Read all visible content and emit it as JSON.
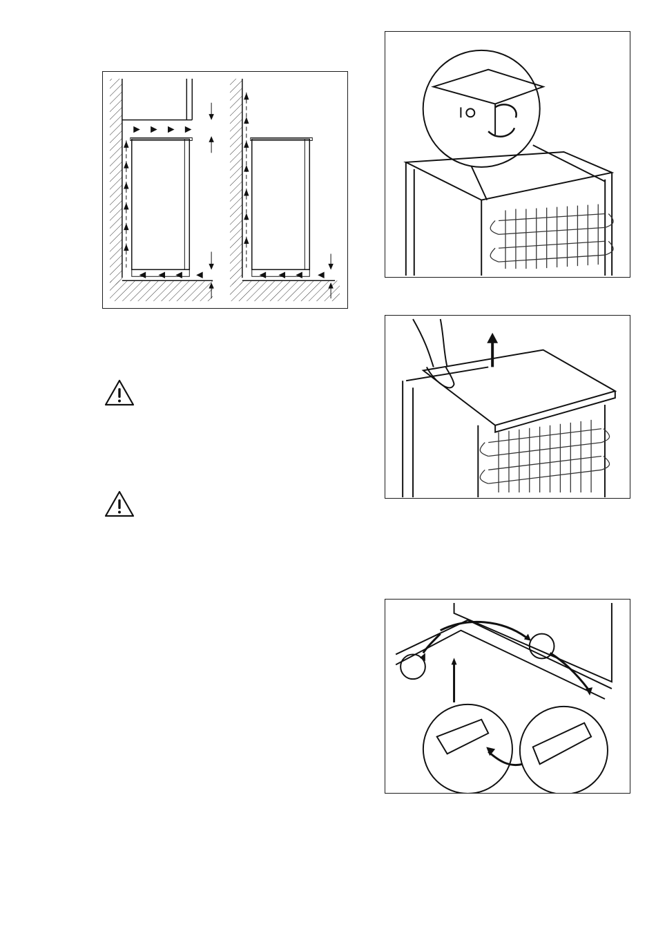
{
  "page": {
    "figures": [
      {
        "id": "ventilation",
        "icon": "ventilation-diagram"
      },
      {
        "id": "top-screws",
        "icon": "screw-removal-diagram"
      },
      {
        "id": "top-lift",
        "icon": "lift-top-diagram"
      },
      {
        "id": "hinge-swap",
        "icon": "hinge-reversal-diagram"
      }
    ],
    "warnings": [
      {
        "icon": "warning-triangle-icon"
      },
      {
        "icon": "warning-triangle-icon"
      }
    ]
  }
}
